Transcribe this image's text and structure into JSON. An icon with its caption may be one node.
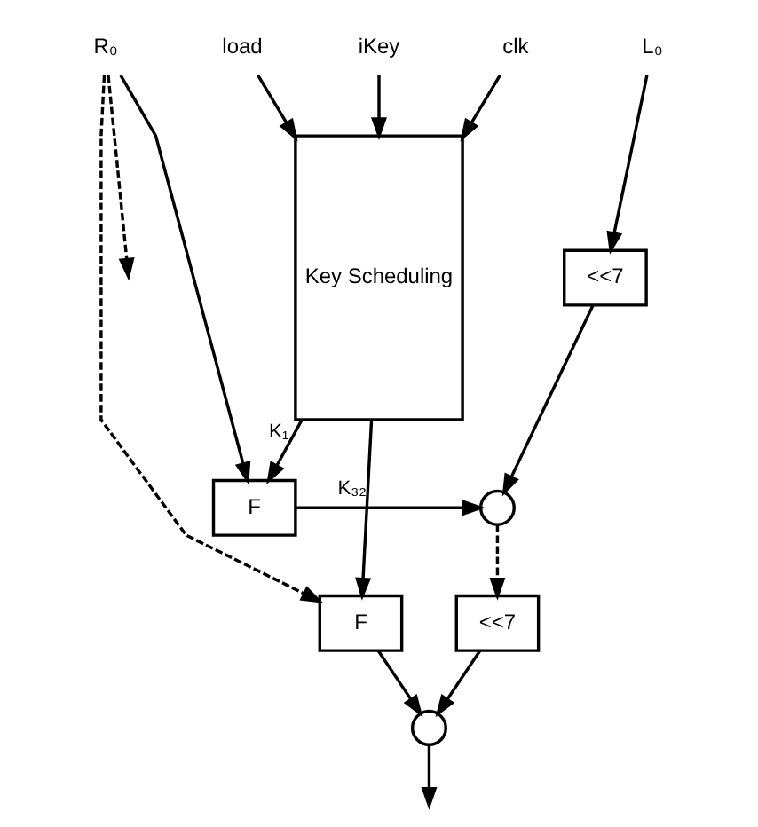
{
  "diagram": {
    "nodes": [
      {
        "text": [
          "L₀"
        ]
      },
      {
        "text": [
          "<<7"
        ]
      },
      {
        "text": [],
        "shape": "circle"
      },
      {
        "text": [
          "R₀"
        ]
      },
      {
        "text": [
          "F"
        ]
      },
      {
        "text": [
          "Key Scheduling"
        ]
      },
      {
        "text": [
          "iKey"
        ]
      },
      {
        "text": [
          "clk"
        ]
      },
      {
        "text": [
          "load"
        ]
      },
      {
        "text": [
          "<<7"
        ]
      },
      {
        "text": [],
        "shape": "circle"
      },
      {
        "text": [
          "F"
        ]
      }
    ],
    "edges": [
      {
        "from": 0,
        "to": 1,
        "arrow": "to"
      },
      {
        "from": 1,
        "to": 2,
        "arrow": "to"
      },
      {
        "from": 3,
        "to": 4,
        "arrow": "to"
      },
      {
        "from": 4,
        "to": 2,
        "arrow": "to"
      },
      {
        "from": 5,
        "to": 4,
        "arrow": "to",
        "label": "K₁"
      },
      {
        "from": 6,
        "to": 5,
        "arrow": "to"
      },
      {
        "from": 7,
        "to": 5,
        "arrow": "to"
      },
      {
        "from": 8,
        "to": 5,
        "arrow": "to"
      },
      {
        "from": 2,
        "to": 9,
        "arrow": "to",
        "style": "dashed"
      },
      {
        "from": 3,
        "to": 11,
        "arrow": "to",
        "style": "dashed"
      },
      {
        "from": 9,
        "to": 10,
        "arrow": "to"
      },
      {
        "from": 11,
        "to": 10,
        "arrow": "to"
      },
      {
        "from": 5,
        "to": 11,
        "arrow": "to",
        "label": "K₃₂"
      },
      {
        "from": 10,
        "to": null,
        "arrow": "to"
      },
      {
        "from": 3,
        "to": null,
        "arrow": "to",
        "style": "dashed"
      }
    ]
  }
}
